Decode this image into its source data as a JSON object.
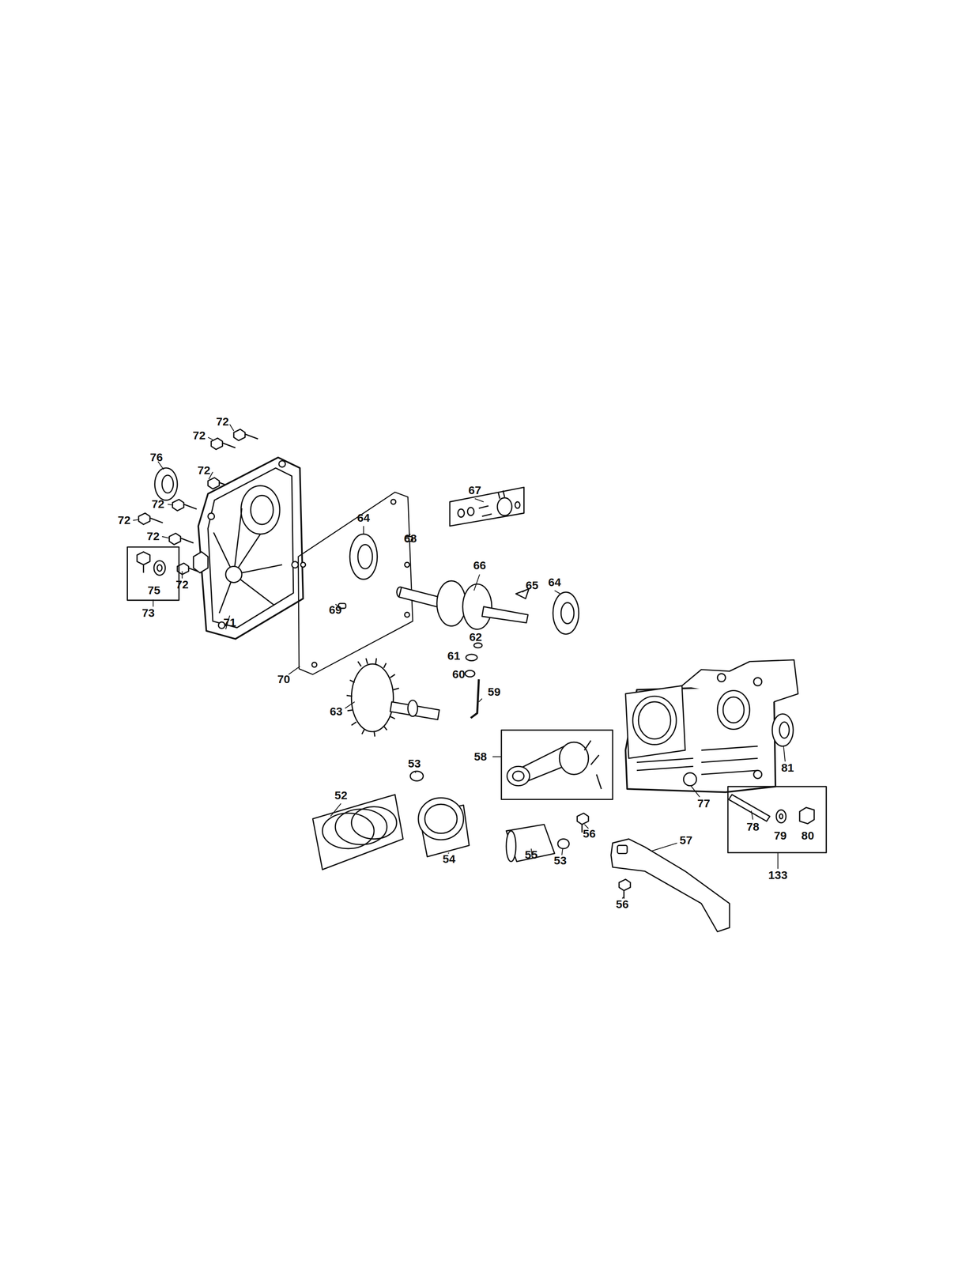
{
  "diagram": {
    "labels": [
      "72",
      "72",
      "76",
      "72",
      "72",
      "72",
      "72",
      "67",
      "64",
      "68",
      "75",
      "73",
      "72",
      "71",
      "69",
      "66",
      "65",
      "64",
      "70",
      "62",
      "61",
      "60",
      "59",
      "63",
      "58",
      "53",
      "52",
      "56",
      "54",
      "55",
      "53",
      "57",
      "56",
      "81",
      "77",
      "78",
      "79",
      "80",
      "133"
    ]
  }
}
